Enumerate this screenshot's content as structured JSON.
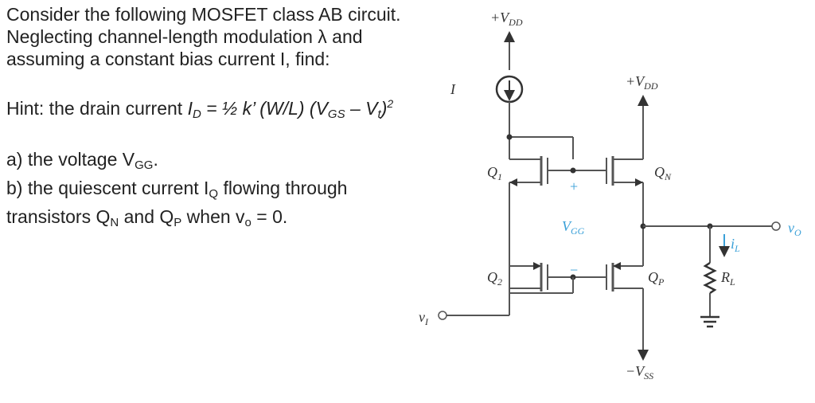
{
  "problem": {
    "intro": "Consider the following MOSFET class AB circuit. Neglecting channel-length modulation λ and assuming a constant bias current I, find:",
    "hint": {
      "prefix": "Hint: the drain current ",
      "id_sym": "I",
      "id_sub": "D",
      "eq": " = ½ k’ (W/L) (V",
      "vgs_sub": "GS",
      "minus": " – V",
      "vt_sub": "t",
      "close": ")",
      "exp": "2"
    },
    "part_a": {
      "text": "a) the voltage V",
      "sub": "GG",
      "end": "."
    },
    "part_b": {
      "text1": "b) the quiescent current I",
      "sub_q": "Q",
      "text2": " flowing through transistors Q",
      "sub_n": "N",
      "text3": " and Q",
      "sub_p": "P",
      "text4": " when v",
      "sub_o": "o",
      "text5": " = 0."
    }
  },
  "circuit": {
    "vdd_top": {
      "main": "+V",
      "sub": "DD"
    },
    "vdd_right": {
      "main": "+V",
      "sub": "DD"
    },
    "vss": {
      "main": "−V",
      "sub": "SS"
    },
    "bias": "I",
    "q1": {
      "main": "Q",
      "sub": "1"
    },
    "q2": {
      "main": "Q",
      "sub": "2"
    },
    "qn": {
      "main": "Q",
      "sub": "N"
    },
    "qp": {
      "main": "Q",
      "sub": "P"
    },
    "vgg": {
      "main": "V",
      "sub": "GG"
    },
    "vgg_plus": "+",
    "vgg_minus": "−",
    "vi": {
      "main": "v",
      "sub": "I"
    },
    "vo": {
      "main": "v",
      "sub": "O"
    },
    "il": {
      "main": "i",
      "sub": "L"
    },
    "rl": {
      "main": "R",
      "sub": "L"
    }
  },
  "colors": {
    "text": "#222222",
    "wire": "#555555",
    "accent": "#3aa0d8"
  }
}
